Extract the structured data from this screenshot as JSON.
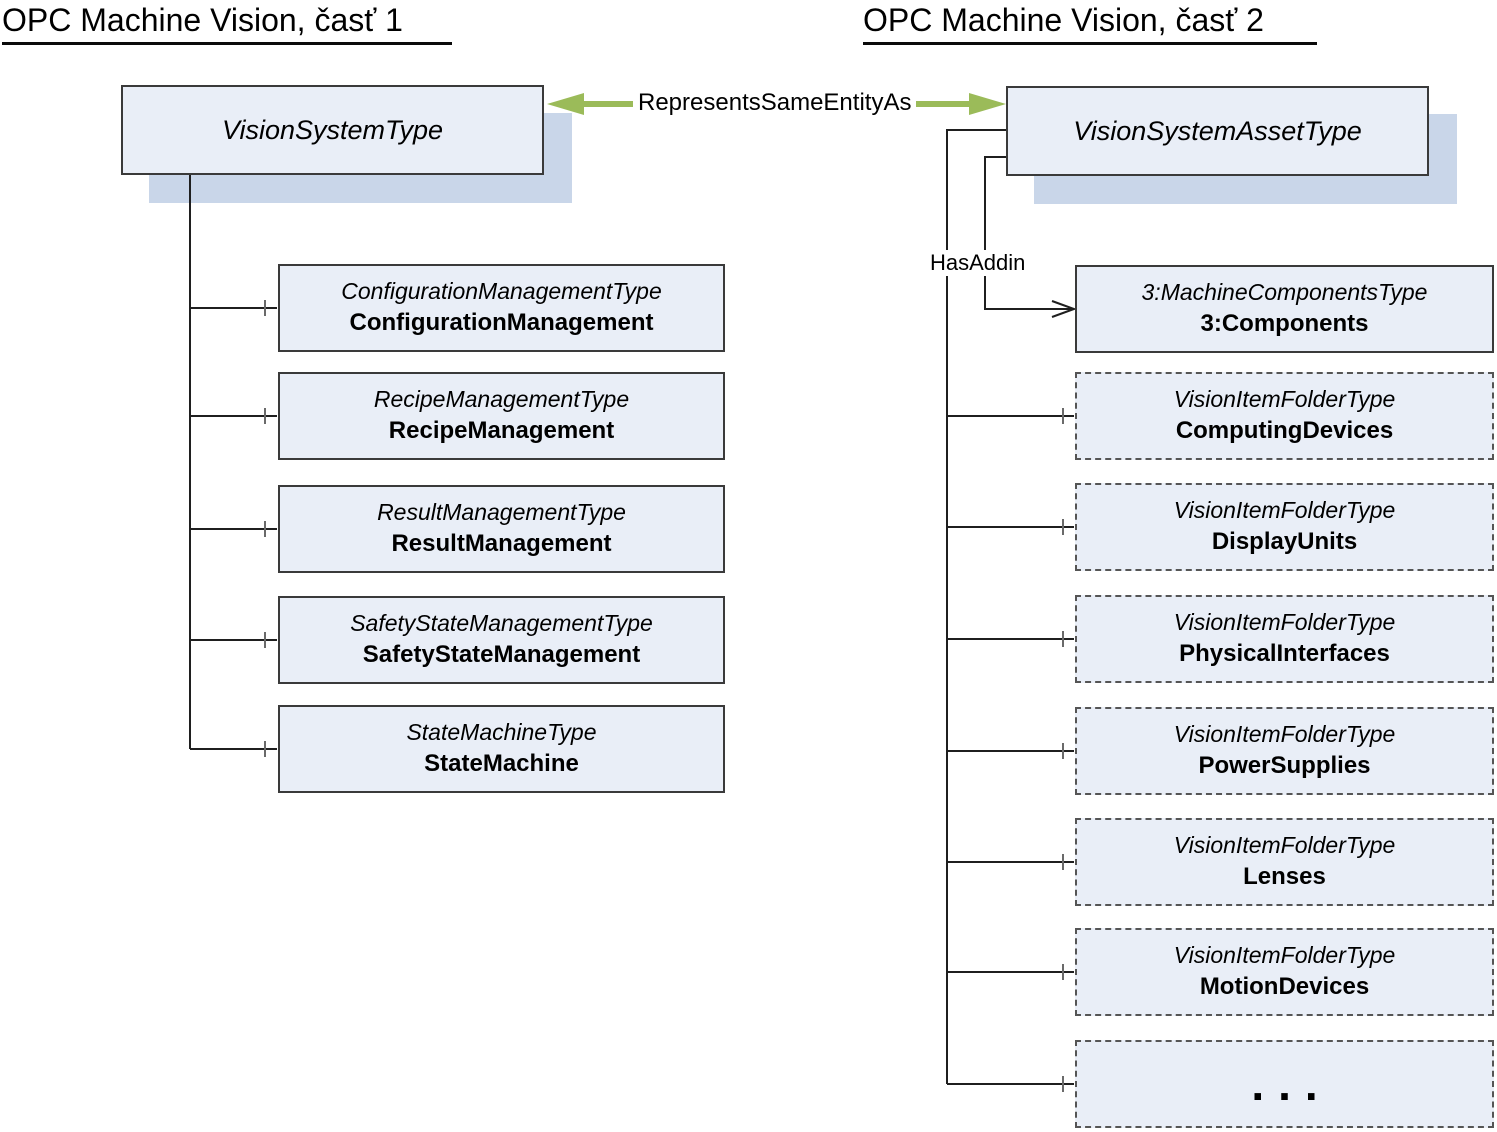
{
  "titles": {
    "part1": "OPC Machine Vision, časť 1",
    "part2": "OPC Machine Vision, časť 2"
  },
  "relations": {
    "same_entity": "RepresentsSameEntityAs",
    "has_addin": "HasAddin"
  },
  "part1": {
    "root": "VisionSystemType",
    "children": [
      {
        "type": "ConfigurationManagementType",
        "name": "ConfigurationManagement"
      },
      {
        "type": "RecipeManagementType",
        "name": "RecipeManagement"
      },
      {
        "type": "ResultManagementType",
        "name": "ResultManagement"
      },
      {
        "type": "SafetyStateManagementType",
        "name": "SafetyStateManagement"
      },
      {
        "type": "StateMachineType",
        "name": "StateMachine"
      }
    ]
  },
  "part2": {
    "root": "VisionSystemAssetType",
    "addin": {
      "type": "3:MachineComponentsType",
      "name": "3:Components"
    },
    "folders": [
      {
        "type": "VisionItemFolderType",
        "name": "ComputingDevices"
      },
      {
        "type": "VisionItemFolderType",
        "name": "DisplayUnits"
      },
      {
        "type": "VisionItemFolderType",
        "name": "PhysicalInterfaces"
      },
      {
        "type": "VisionItemFolderType",
        "name": "PowerSupplies"
      },
      {
        "type": "VisionItemFolderType",
        "name": "Lenses"
      },
      {
        "type": "VisionItemFolderType",
        "name": "MotionDevices"
      }
    ],
    "ellipsis": "..."
  },
  "colors": {
    "node_fill": "#e9eef7",
    "node_border": "#3a3a3a",
    "dashed_border": "#555555",
    "node_shadow": "#c9d6e9",
    "connector_line": "#1f1f1f",
    "tick_mark": "#6a6a6a",
    "relation_green": "#9bbb59"
  }
}
